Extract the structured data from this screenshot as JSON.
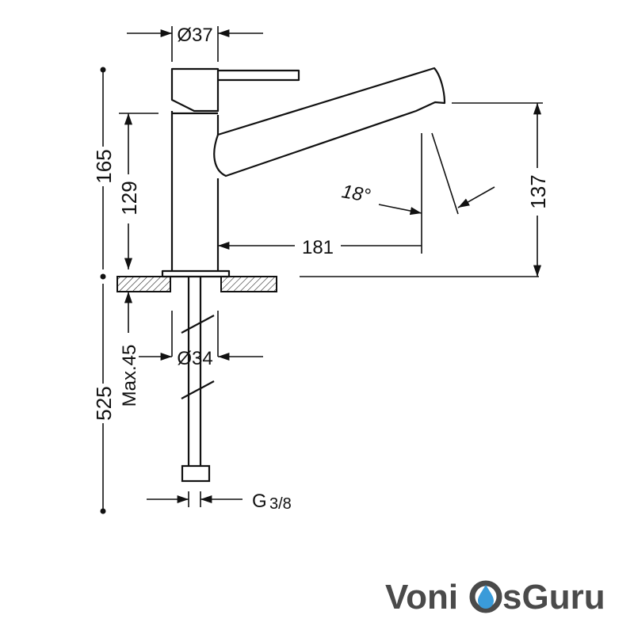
{
  "dimensions": {
    "body_diameter": "Ø37",
    "shank_diameter": "Ø34",
    "total_height": "165",
    "body_height": "129",
    "spout_height": "137",
    "spout_reach": "181",
    "spout_angle": "18°",
    "hose_length": "525",
    "max_counter_thickness": "Max.45",
    "connection_thread": "G",
    "connection_fraction": "3/8"
  },
  "watermark": {
    "brand_left": "Voni",
    "brand_right": "sGuru",
    "colors": {
      "text": "#4a4a4a",
      "drop": "#3a9bd9"
    }
  }
}
